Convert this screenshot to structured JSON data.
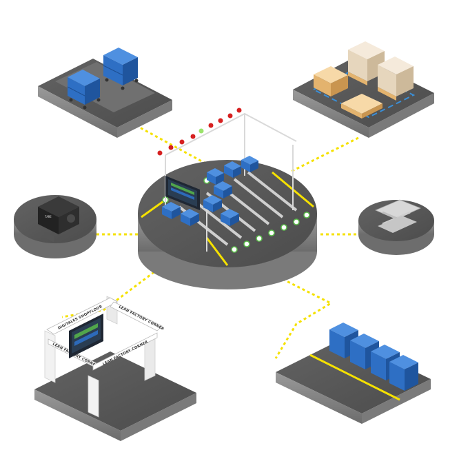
{
  "signs": {
    "digital_shopfloor": "DIGITALES SHOPFLOOR",
    "lean_factory_corner": "LEAN FACTORY CORNER"
  },
  "scale_display": "TARE",
  "colors": {
    "platform_top": "#5a5a5a",
    "platform_side": "#8a8a8a",
    "connector": "#f5e100",
    "bin_blue": "#2e6fc4",
    "pallet_wood": "#f2c88a",
    "marker_green": "#5bbf4a",
    "lamp_red": "#d62020",
    "lamp_green": "#9be36b"
  }
}
